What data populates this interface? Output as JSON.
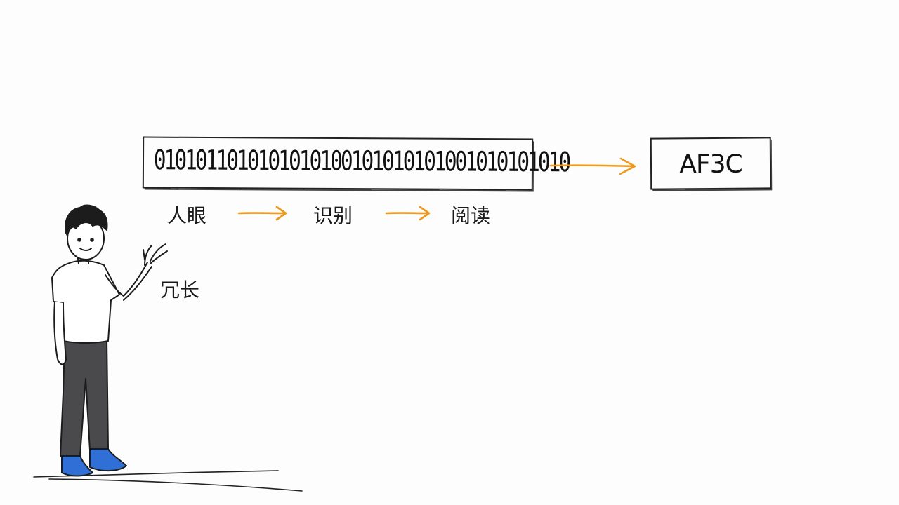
{
  "binary": {
    "text": "0101011010101010100101010101001010101010"
  },
  "hex": {
    "text": "AF3C"
  },
  "steps": {
    "eye": "人眼",
    "recognize": "识别",
    "read": "阅读"
  },
  "speech": {
    "text": "冗长"
  },
  "colors": {
    "arrow": "#ef9a1f",
    "ink": "#1c1c1c",
    "shoe": "#2f6fd6",
    "pants": "#4a4a4d"
  }
}
